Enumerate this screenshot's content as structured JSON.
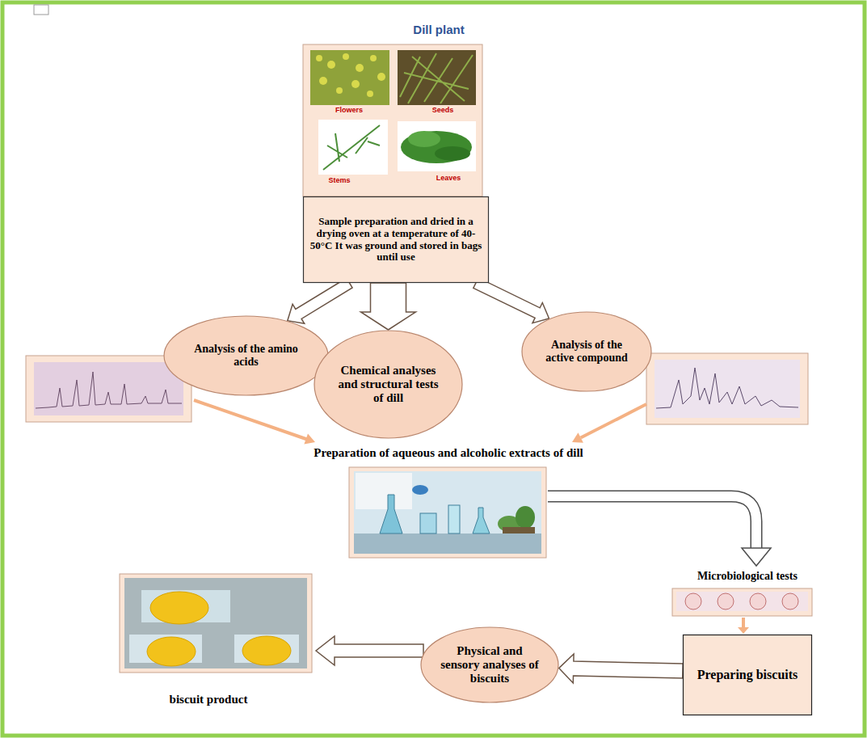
{
  "diagram": {
    "title": "Dill plant",
    "nodes": [
      {
        "text": [
          "Sample preparation and dried in a drying oven at a temperature of 40-50°C It was ground and stored in bags until use"
        ]
      },
      {
        "text": [
          "Analysis of the amino acids"
        ]
      },
      {
        "text": [
          "Chemical analyses and structural tests of dill"
        ]
      },
      {
        "text": [
          "Analysis of the active compound"
        ]
      },
      {
        "text": [
          "Preparing biscuits"
        ]
      },
      {
        "text": [
          "Physical and sensory analyses of biscuits"
        ]
      }
    ],
    "edges": [
      {
        "from": 0,
        "to": 1,
        "arrow": "to"
      },
      {
        "from": 0,
        "to": 2,
        "arrow": "to"
      },
      {
        "from": 0,
        "to": 3,
        "arrow": "to"
      },
      {
        "from": 4,
        "to": 5,
        "arrow": "to"
      }
    ],
    "labels": [
      "Flowers",
      "Seeds",
      "Stems",
      "Leaves",
      "Preparation of aqueous and alcoholic extracts of dill",
      "Microbiological tests",
      "biscuit product"
    ]
  }
}
